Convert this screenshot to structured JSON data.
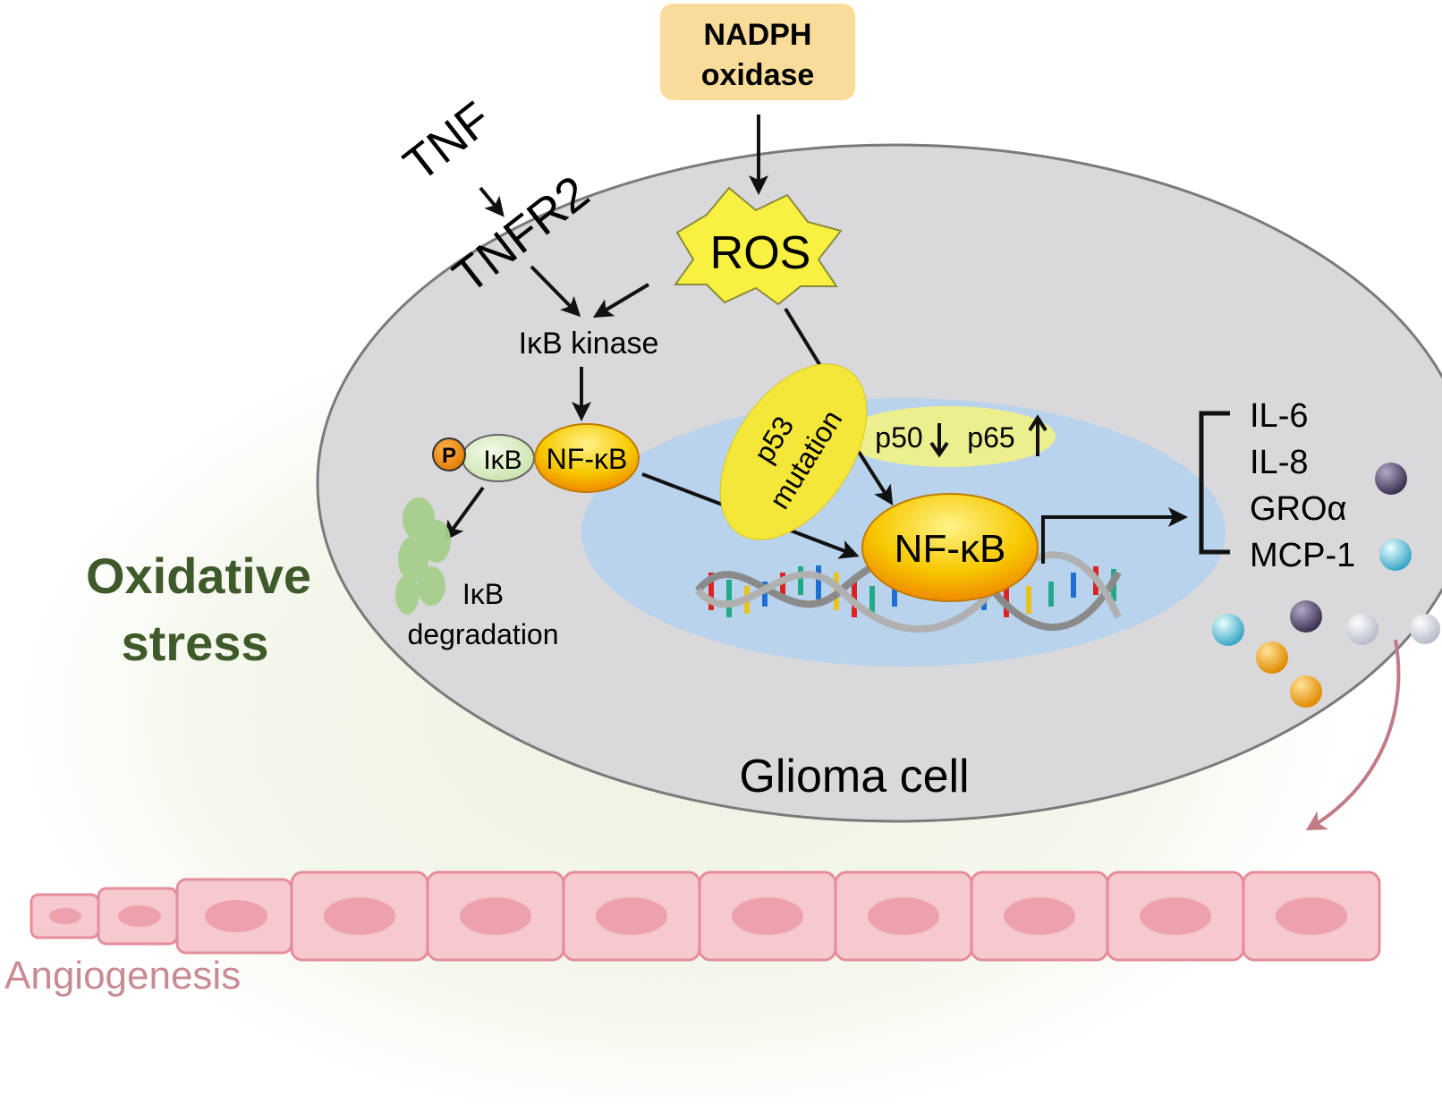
{
  "nadph": {
    "line1": "NADPH",
    "line2": "oxidase",
    "fill": "#f9dc99"
  },
  "tnf": "TNF",
  "tnfr2": "TNFR2",
  "ros": "ROS",
  "ikb_kinase": "IκB kinase",
  "p_label": "P",
  "ikb": "IκB",
  "nfkb_cyto": "NF-κB",
  "nfkb_nuc": "NF-κB",
  "p53": {
    "line1": "p53",
    "line2": "mutation"
  },
  "p50": "p50",
  "p65": "p65",
  "degradation": {
    "line1": "IκB",
    "line2": "degradation"
  },
  "cytokines": [
    "IL-6",
    "IL-8",
    "GROα",
    "MCP-1"
  ],
  "oxidative": {
    "line1": "Oxidative",
    "line2": "stress",
    "color": "#3f5a2a"
  },
  "glioma_cell": "Glioma cell",
  "angiogenesis": {
    "label": "Angiogenesis",
    "color": "#c98b93"
  },
  "colors": {
    "cell": "#d9d9db",
    "nucleus": "#b9d3ec",
    "yellow": "#f5e63a",
    "orange": "#f6b800",
    "vessel": "#f6c9cf",
    "vessel_nucleus": "#eda1ab"
  }
}
